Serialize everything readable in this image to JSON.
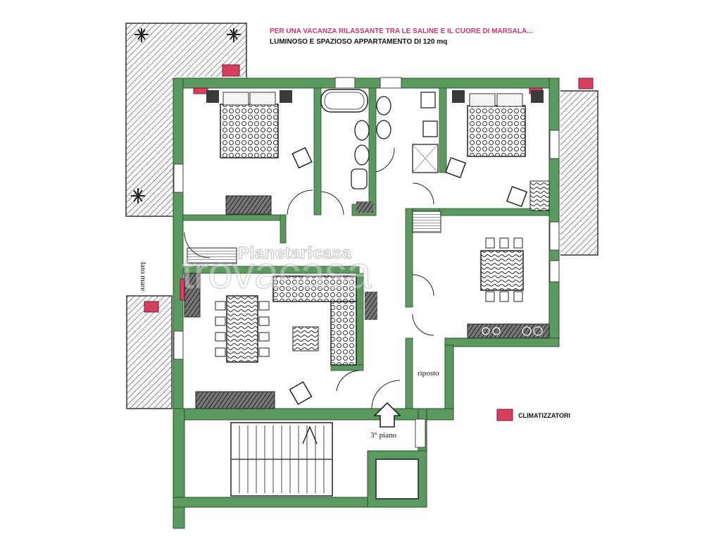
{
  "header": {
    "line1": "PER UNA VACANZA RILASSANTE TRA LE SALINE E IL CUORE DI MARSALA...",
    "line2": "LUMINOSO E SPAZIOSO APPARTAMENTO DI 120 mq"
  },
  "labels": {
    "sea_side": "lato mare",
    "storage": "riposto",
    "floor": "3° piano"
  },
  "legend": {
    "ac_label": "CLIMATIZZATORI"
  },
  "watermark": {
    "text1": "Planetaricasa",
    "text2": "trovacasa"
  },
  "colors": {
    "wall": "#5b9a5f",
    "wall_edge": "#2c4f2e",
    "ac_unit": "#d6405e",
    "header_red": "#d8336b"
  }
}
